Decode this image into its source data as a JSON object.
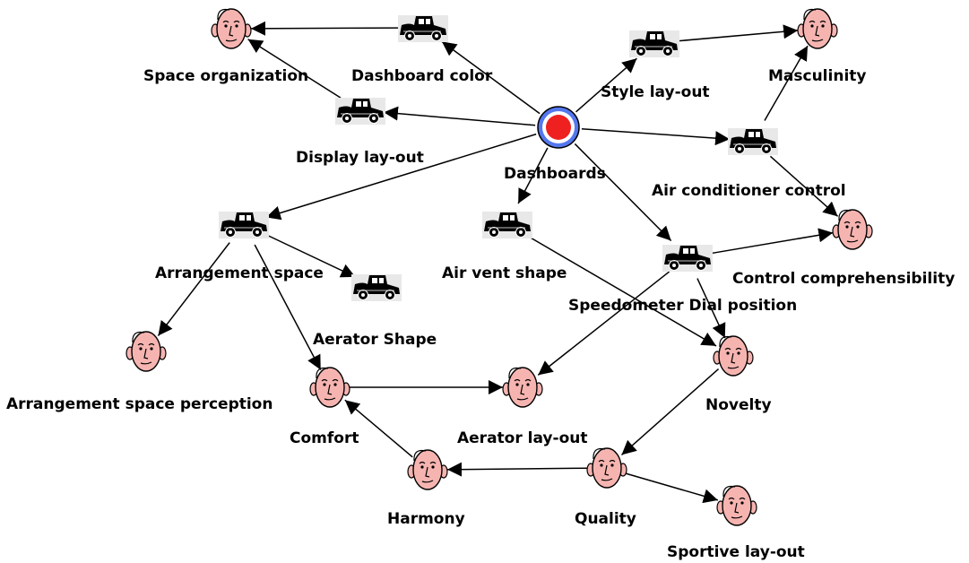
{
  "center": {
    "label": "Dashboards",
    "fill": "#ef2020",
    "ring": "#5577ee"
  },
  "colors": {
    "edge": "#000000",
    "face": "#f6b4b0",
    "car": "#000000",
    "car_bg": "#e8e8e8"
  },
  "nodes": [
    {
      "id": "space_org",
      "label": "Space organization",
      "icon": "face-icon"
    },
    {
      "id": "dash_color",
      "label": "Dashboard color",
      "icon": "car-icon"
    },
    {
      "id": "style_layout",
      "label": "Style lay-out",
      "icon": "car-icon"
    },
    {
      "id": "masculinity",
      "label": "Masculinity",
      "icon": "face-icon"
    },
    {
      "id": "display_layout",
      "label": "Display lay-out",
      "icon": "car-icon"
    },
    {
      "id": "dashboards",
      "label": "Dashboards",
      "icon": "center-node"
    },
    {
      "id": "air_cond",
      "label": "Air conditioner control",
      "icon": "car-icon"
    },
    {
      "id": "control_comp",
      "label": "Control comprehensibility",
      "icon": "face-icon"
    },
    {
      "id": "arr_space",
      "label": "Arrangement space",
      "icon": "car-icon"
    },
    {
      "id": "air_vent",
      "label": "Air vent shape",
      "icon": "car-icon"
    },
    {
      "id": "speedo",
      "label": "Speedometer Dial position",
      "icon": "car-icon"
    },
    {
      "id": "aerator_shape",
      "label": "Aerator Shape",
      "icon": "car-icon"
    },
    {
      "id": "arr_perc",
      "label": "Arrangement space perception",
      "icon": "face-icon"
    },
    {
      "id": "comfort",
      "label": "Comfort",
      "icon": "face-icon"
    },
    {
      "id": "aer_layout",
      "label": "Aerator lay-out",
      "icon": "face-icon"
    },
    {
      "id": "novelty",
      "label": "Novelty",
      "icon": "face-icon"
    },
    {
      "id": "harmony",
      "label": "Harmony",
      "icon": "face-icon"
    },
    {
      "id": "quality",
      "label": "Quality",
      "icon": "face-icon"
    },
    {
      "id": "sportive",
      "label": "Sportive lay-out",
      "icon": "face-icon"
    }
  ],
  "edges": [
    {
      "from": "dashboards",
      "to": "dash_color"
    },
    {
      "from": "dashboards",
      "to": "style_layout"
    },
    {
      "from": "dashboards",
      "to": "display_layout"
    },
    {
      "from": "dashboards",
      "to": "air_cond"
    },
    {
      "from": "dashboards",
      "to": "arr_space"
    },
    {
      "from": "dashboards",
      "to": "air_vent"
    },
    {
      "from": "dashboards",
      "to": "speedo"
    },
    {
      "from": "dash_color",
      "to": "space_org"
    },
    {
      "from": "display_layout",
      "to": "space_org"
    },
    {
      "from": "style_layout",
      "to": "masculinity"
    },
    {
      "from": "air_cond",
      "to": "masculinity"
    },
    {
      "from": "air_cond",
      "to": "control_comp"
    },
    {
      "from": "speedo",
      "to": "control_comp"
    },
    {
      "from": "speedo",
      "to": "novelty"
    },
    {
      "from": "speedo",
      "to": "aer_layout"
    },
    {
      "from": "air_vent",
      "to": "novelty"
    },
    {
      "from": "arr_space",
      "to": "aerator_shape"
    },
    {
      "from": "arr_space",
      "to": "arr_perc"
    },
    {
      "from": "arr_space",
      "to": "comfort"
    },
    {
      "from": "comfort",
      "to": "aer_layout"
    },
    {
      "from": "novelty",
      "to": "quality"
    },
    {
      "from": "quality",
      "to": "harmony"
    },
    {
      "from": "quality",
      "to": "sportive"
    },
    {
      "from": "harmony",
      "to": "comfort"
    }
  ]
}
